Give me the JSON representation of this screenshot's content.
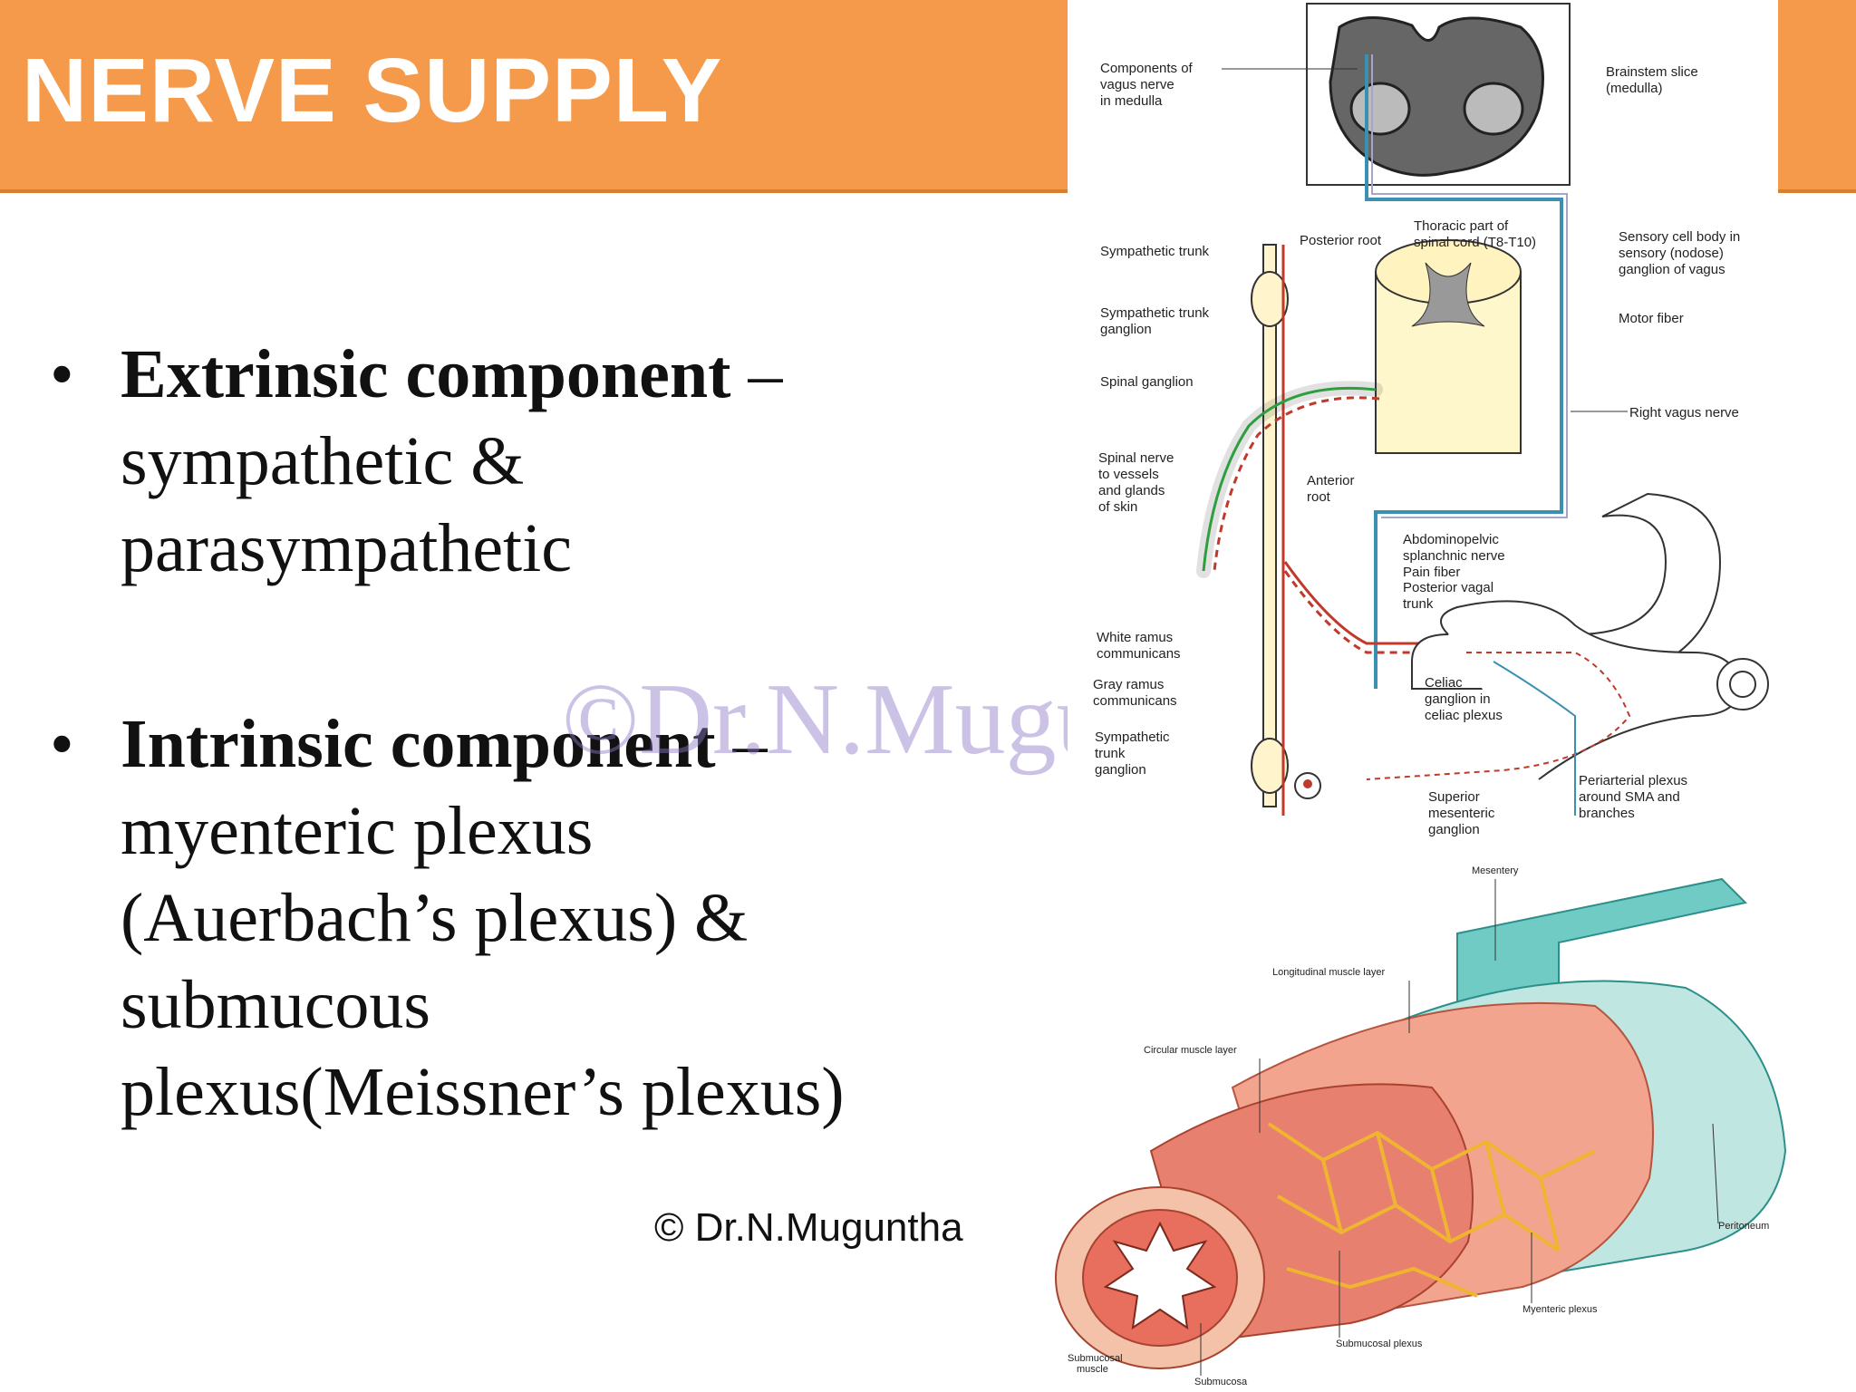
{
  "header": {
    "title": "NERVE SUPPLY"
  },
  "bullets": [
    {
      "head": "Extrinsic component",
      "dash": " –",
      "lines": [
        "sympathetic &",
        "parasympathetic"
      ]
    },
    {
      "head": "Intrinsic component",
      "dash": " –",
      "lines": [
        "myenteric plexus",
        "(Auerbach’s plexus) &",
        "submucous",
        "plexus(Meissner’s plexus)"
      ]
    }
  ],
  "watermark": "©Dr.N.Muguntha",
  "credit": "© Dr.N.Muguntha",
  "figure_top": {
    "labels": {
      "components_vagus": [
        "Components of",
        "vagus nerve",
        "in medulla"
      ],
      "brainstem": [
        "Brainstem slice",
        "(medulla)"
      ],
      "sympathetic_trunk": "Sympathetic trunk",
      "posterior_root": "Posterior root",
      "thoracic": [
        "Thoracic part of",
        "spinal cord (T8-T10)"
      ],
      "sensory_cell": [
        "Sensory cell body in",
        "sensory (nodose)",
        "ganglion of vagus"
      ],
      "trunk_ganglion": [
        "Sympathetic trunk",
        "ganglion"
      ],
      "motor_fiber": "Motor fiber",
      "spinal_ganglion": "Spinal ganglion",
      "right_vagus": "Right vagus nerve",
      "spinal_nerve": [
        "Spinal nerve",
        "to vessels",
        "and glands",
        "of skin"
      ],
      "anterior_root": [
        "Anterior",
        "root"
      ],
      "abdominopelvic": [
        "Abdominopelvic",
        "splanchnic nerve",
        "Pain fiber",
        "Posterior vagal",
        "trunk"
      ],
      "white_ramus": [
        "White ramus",
        "communicans"
      ],
      "gray_ramus": [
        "Gray ramus",
        "communicans"
      ],
      "celiac": [
        "Celiac",
        "ganglion in",
        "celiac plexus"
      ],
      "sympathetic_trunk_ganglion2": [
        "Sympathetic",
        "trunk",
        "ganglion"
      ],
      "periarterial": [
        "Periarterial plexus",
        "around SMA and",
        "branches"
      ],
      "superior_mesenteric": [
        "Superior",
        "mesenteric",
        "ganglion"
      ]
    }
  },
  "figure_bottom": {
    "labels": {
      "mesentery": "Mesentery",
      "longitudinal": "Longitudinal muscle layer",
      "circular": "Circular muscle layer",
      "peritoneum": "Peritoneum",
      "myenteric": "Myenteric plexus",
      "submucosal_plexus": "Submucosal plexus",
      "submucosal_muscle": [
        "Submucosal",
        "muscle"
      ],
      "submucosa": "Submucosa"
    }
  },
  "colors": {
    "header": "#f59a4a",
    "watermark": "#8c78c8"
  }
}
